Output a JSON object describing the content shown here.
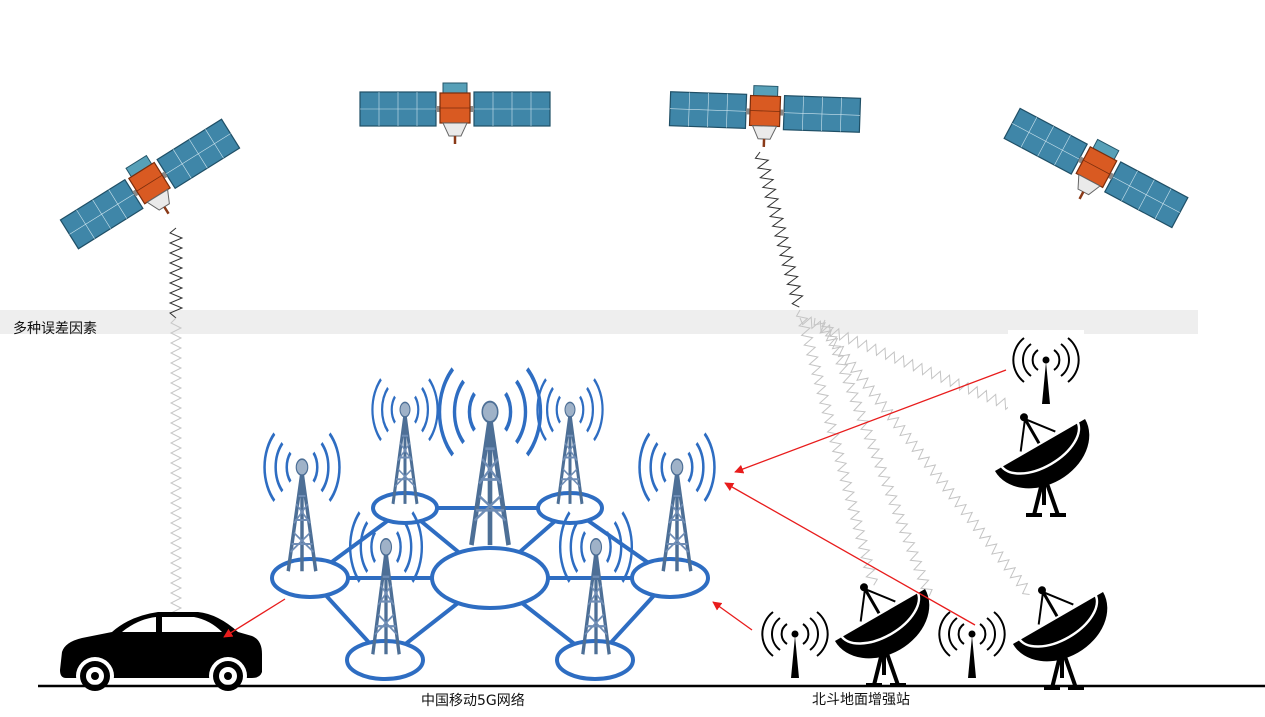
{
  "labels": {
    "error_band": "多种误差因素",
    "network": "中国移动5G网络",
    "ground_stations": "北斗地面增强站"
  },
  "colors": {
    "panel_blue": "#3f86a8",
    "satellite_body": "#d95a22",
    "tower_blue": "#2e6dc2",
    "arrow_red": "#e81c1c",
    "ground_black": "#000000"
  },
  "icons": [
    "satellite-icon",
    "cell-tower-icon",
    "satellite-dish-icon",
    "antenna-icon",
    "car-icon"
  ]
}
